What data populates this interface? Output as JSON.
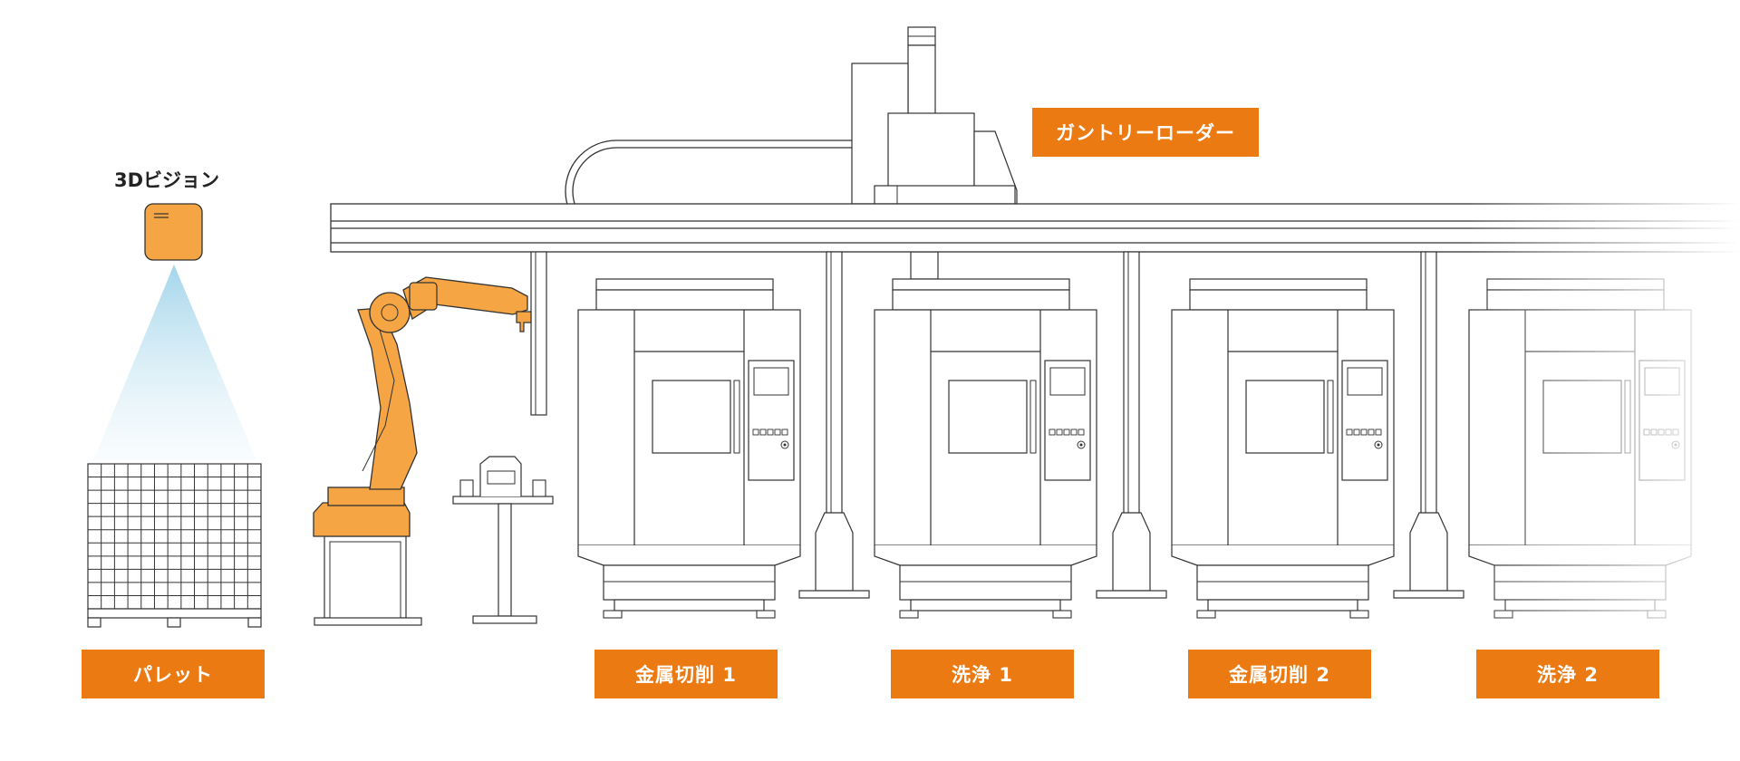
{
  "labels": {
    "vision": "3Dビジョン",
    "gantry": "ガントリーローダー",
    "pallet": "パレット",
    "cutting1": "金属切削 1",
    "wash1": "洗浄 1",
    "cutting2": "金属切削 2",
    "wash2": "洗浄 2"
  },
  "colors": {
    "accent": "#ec7a12",
    "robot": "#f5a543",
    "line": "#333333",
    "beam": "#9fd3ea"
  },
  "icons": {
    "camera": "camera-icon",
    "robot": "robot-arm-icon",
    "pallet": "pallet-stack-icon",
    "machine": "cnc-machine-icon"
  }
}
